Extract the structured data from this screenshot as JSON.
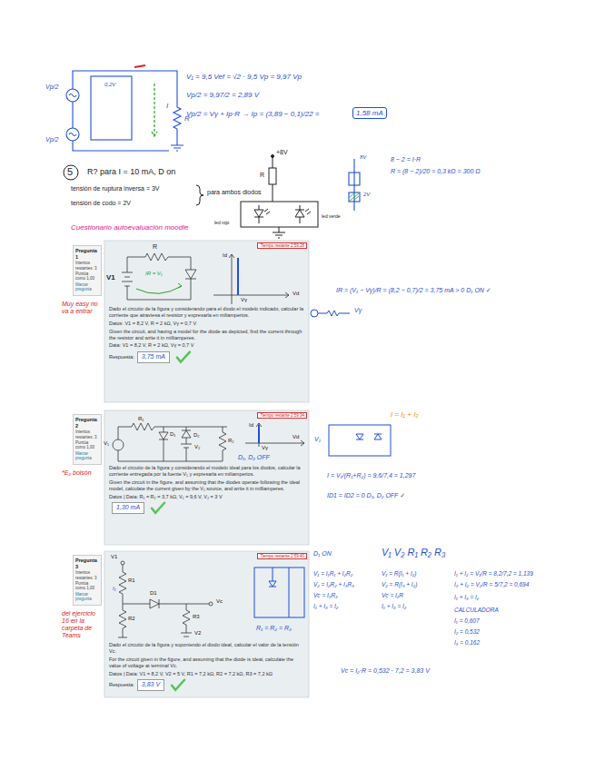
{
  "diagram": {
    "nodes": [
      {
        "text": [
          "1,58 mA"
        ]
      },
      {
        "text": [
          "Pregunta 1",
          "Intentos restantes: 3",
          "Puntúa como 1,00",
          "Marcar pregunta"
        ]
      },
      {
        "text": [
          "Dado el circuito de la figura y considerando para el diodo el modelo indicado, calcular la corriente que atraviesa el resistor y expresarla en miliamperios.",
          "Datos: V1 = 8,2 V, R = 2 kΩ, Vγ = 0,7 V",
          "Given the circuit, and having a model for the diode as depicted, find the current through the resistor and write it in milliamperes.",
          "Data: V1 = 8,2 V, R = 2 kΩ, Vγ = 0,7 V",
          "Respuesta:"
        ]
      },
      {
        "text": [
          "3,75 mA"
        ],
        "in": 2
      },
      {
        "text": [
          "Tiempo restante 2:59:28"
        ],
        "in": 2
      },
      {
        "text": [
          "Pregunta 2",
          "Intentos restantes: 3",
          "Puntúa como 1,00",
          "Marcar pregunta"
        ]
      },
      {
        "text": [
          "Dado el circuito de la figura y considerando el modelo ideal para los diodos, calcular la corriente entregada por la fuente V₁ y expresarla en miliamperios.",
          "Given the circuit in the figure, and assuming that the diodes operate following the ideal model, calculate the current given by the V₁ source, and write it in milliamperes.",
          "Datos | Data: R₁ = R₂ = 3,7 kΩ, V₁ = 9,6 V, V₂ = 3 V"
        ]
      },
      {
        "text": [
          "1,30 mA"
        ],
        "in": 6
      },
      {
        "text": [
          "Tiempo restante 2:59:34"
        ],
        "in": 6
      },
      {
        "text": [
          "Pregunta 3",
          "Intentos restantes: 3",
          "Puntúa como 1,00",
          "Marcar pregunta"
        ]
      },
      {
        "text": [
          "Dado el circuito de la figura y suponiendo el diodo ideal, calcular el valor de la tensión Vc.",
          "For the circuit given in the figure, and assuming that the diode is ideal, calculate the value of voltage at terminal Vc.",
          "Datos | Data: V1 = 8,2 V, V2 = 5 V, R1 = 7,2 kΩ, R2 = 7,2 kΩ, R3 = 7,2 kΩ",
          "Respuesta:"
        ]
      },
      {
        "text": [
          "3,83 V"
        ],
        "in": 10
      },
      {
        "text": [
          "Tiempo restante 2:59:40"
        ],
        "in": 10
      }
    ],
    "labels": [
      "V₁ = 9,5 Vef = √2 · 9,5 Vp = 9,97 Vp",
      "Vp/2 = 9,97/2 = 2,89 V",
      "Vp/2 = Vγ + Ip·R → Ip = (3,89 − 0,1)/22 =",
      "Vp/2",
      "Vp/2",
      "0,2V",
      "I",
      "R",
      "5",
      "R? para I = 10 mA, D on",
      "tensión de ruptura inversa = 3V",
      "tensión de codo = 2V",
      "para ambos diodos",
      "+8V",
      "R",
      "led rojo",
      "led verde",
      "8V",
      "2V",
      "8 − 2 = I·R",
      "R = (8 − 2)/20 = 0,3 kΩ = 300 Ω",
      "Cuestionario autoevaluación moodle",
      "Muy easy no va a entrar",
      "R",
      "V1",
      "IR = V₁",
      "Id",
      "Vd",
      "Vγ",
      "Vγ",
      "IR = (V₁ − Vγ)/R = (8,2 − 0,7)/2 = 3,75 mA > 0  D₁ ON ✓",
      "*E₂ bolsón",
      "R₁",
      "V₁",
      "D₁",
      "D₂",
      "V₂",
      "R₂",
      "Id",
      "Vd",
      "Vγ",
      "D₁, D₂ OFF",
      "I = I₁ + I₂",
      "V₁",
      "I = V₁/(R₁+R₂) = 9,6/7,4 = 1,297",
      "ID1 = ID2 = 0  D₁, D₂ OFF ✓",
      "del ejercicio 16 en la carpeta de Teams",
      "V1",
      "R1",
      "D1",
      "Vc",
      "R3",
      "R2",
      "V2",
      "I₁",
      "R₁ = R₂ = R₃",
      "D₁ ON",
      "V₁ V₂ R₁ R₂ R₃",
      "V₁ = I₁R₁ + I₂R₂",
      "V₂ = I₂R₂ + I₃R₃",
      "Vc = I₃R₃",
      "I₁ + I₃ = I₂",
      "V₁ = R(I₁ + I₂)",
      "V₂ = R(I₃ + I₂)",
      "Vc = I₂R",
      "I₁ + I₃ = I₂",
      "I₁ + I₂ = V₁/R = 8,2/7,2 = 1,139",
      "I₃ + I₂ = V₂/R = 5/7,2 = 0,694",
      "I₁ + I₃ = I₂",
      "CALCULADORA",
      "I₁ = 0,607",
      "I₂ = 0,532",
      "I₃ = 0,162",
      "Vc = I₂·R = 0,532 · 7,2 = 3,83 V"
    ]
  }
}
